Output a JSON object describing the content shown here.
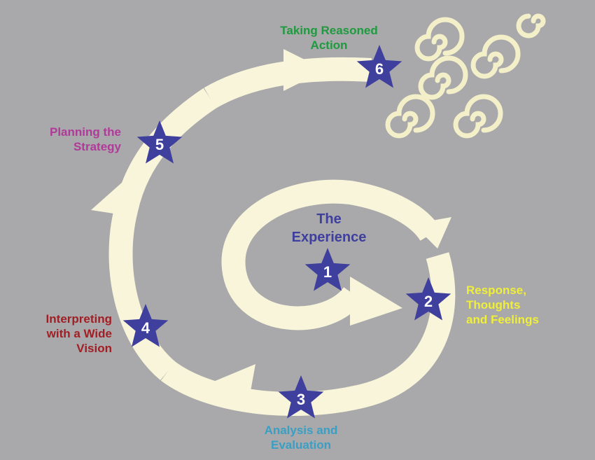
{
  "colors": {
    "background": "#a9a8aa",
    "path": "#f8f5da",
    "star": "#3f3f9e",
    "star_text": "#ffffff",
    "swirl": "#f3efc8"
  },
  "center_title": {
    "line1": "The",
    "line2": "Experience",
    "color": "#3f3f9e"
  },
  "steps": [
    {
      "number": "1",
      "lines": []
    },
    {
      "number": "2",
      "lines": [
        "Response,",
        "Thoughts",
        "and Feelings"
      ],
      "color": "#f0ef3a"
    },
    {
      "number": "3",
      "lines": [
        "Analysis and",
        "Evaluation"
      ],
      "color": "#3a9fc4"
    },
    {
      "number": "4",
      "lines": [
        "Interpreting",
        "with a Wide",
        "Vision"
      ],
      "color": "#a11f24"
    },
    {
      "number": "5",
      "lines": [
        "Planning the",
        "Strategy"
      ],
      "color": "#b03a9a"
    },
    {
      "number": "6",
      "lines": [
        "Taking Reasoned",
        "Action"
      ],
      "color": "#1f9a3e"
    }
  ],
  "decoration": {
    "swirl_icon_count": 6
  }
}
